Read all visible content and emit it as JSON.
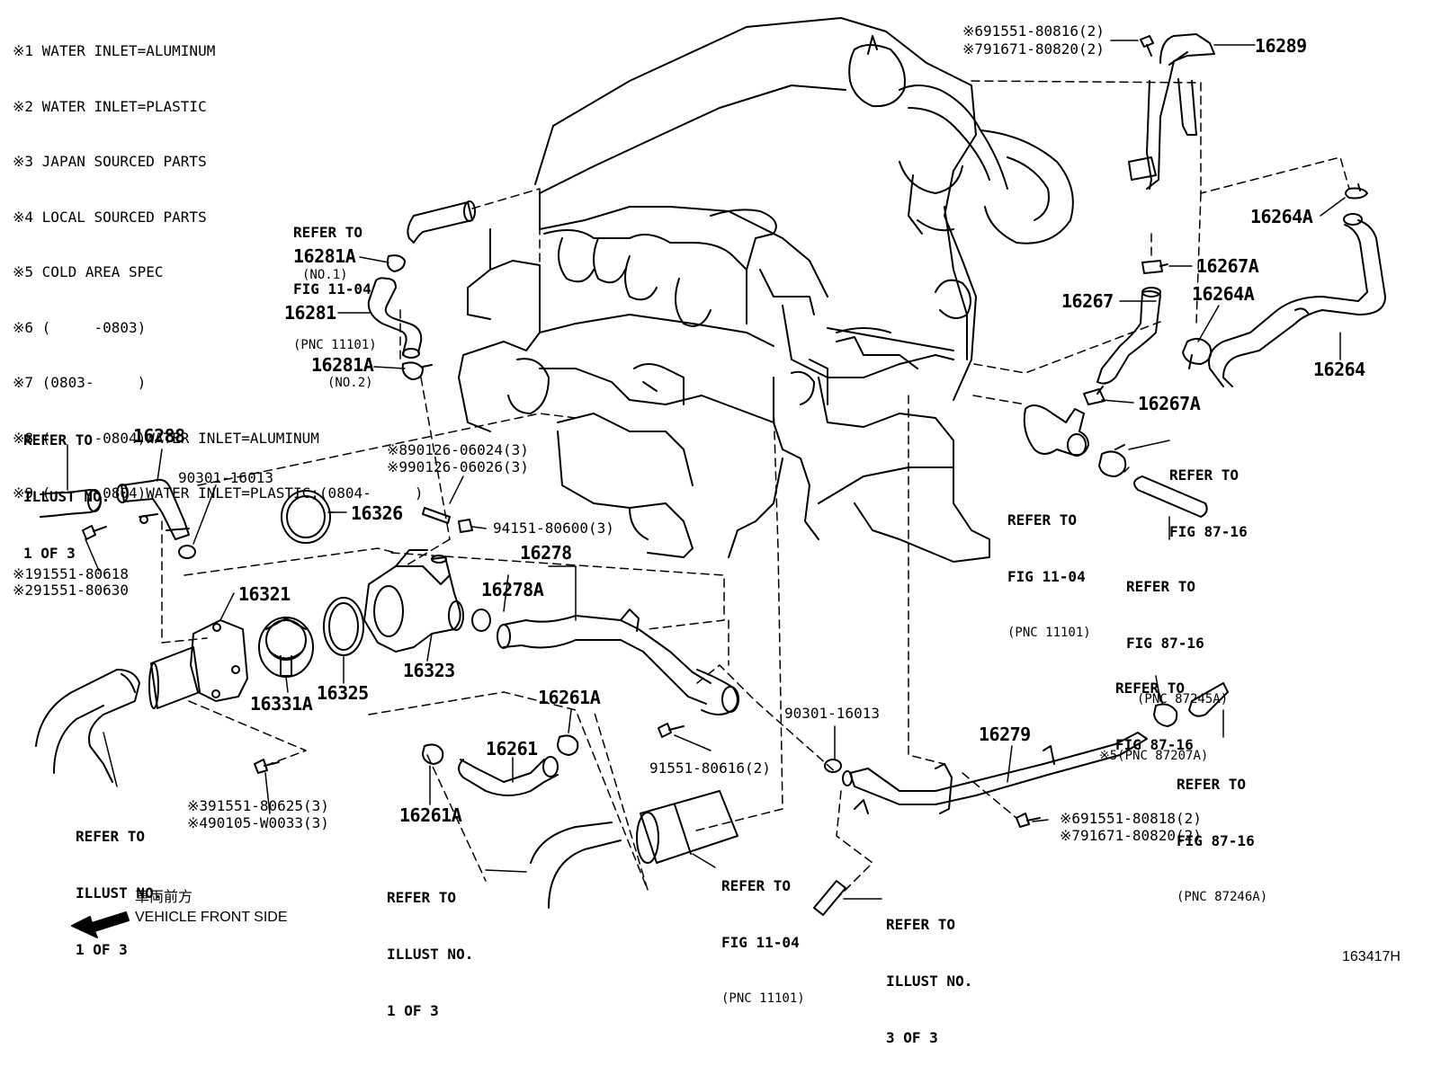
{
  "notes": [
    "※1 WATER INLET=ALUMINUM",
    "※2 WATER INLET=PLASTIC",
    "※3 JAPAN SOURCED PARTS",
    "※4 LOCAL SOURCED PARTS",
    "※5 COLD AREA SPEC",
    "※6 (     -0803)",
    "※7 (0803-     )",
    "※8 (     -0804)WATER INLET=ALUMINUM",
    "※9 (     -0804)WATER INLET=PLASTIC;(0804-     )"
  ],
  "parts": {
    "p16289": "16289",
    "p16289_bolt1": "※691551-80816(2)",
    "p16289_bolt2": "※791671-80820(2)",
    "p16264A_top": "16264A",
    "p16267A_top": "16267A",
    "p16267": "16267",
    "p16264A_mid": "16264A",
    "p16264": "16264",
    "p16267A_bot": "16267A",
    "p16281A_1": "16281A",
    "p16281A_1_note": "(NO.1)",
    "p16281": "16281",
    "p16281A_2": "16281A",
    "p16281A_2_note": "(NO.2)",
    "p16288": "16288",
    "p90301_a": "90301-16013",
    "p16326": "16326",
    "p90126_1": "※890126-06024(3)",
    "p90126_2": "※990126-06026(3)",
    "p94151": "94151-80600(3)",
    "p16278": "16278",
    "p16278A": "16278A",
    "p91551_a1": "※191551-80618",
    "p91551_a2": "※291551-80630",
    "p16321": "16321",
    "p16323": "16323",
    "p16331A": "16331A",
    "p16325": "16325",
    "p16261A_top": "16261A",
    "p16261": "16261",
    "p16261A_bot": "16261A",
    "p91551_b": "91551-80616(2)",
    "p90301_b": "90301-16013",
    "p16279": "16279",
    "p91551_c1": "※391551-80625(3)",
    "p91551_c2": "※490105-W0033(3)",
    "p91551_d1": "※691551-80818(2)",
    "p91551_d2": "※791671-80820(2)"
  },
  "refs": {
    "fig1104_top": [
      "REFER TO",
      "FIG 11-04",
      "(PNC 11101)"
    ],
    "illust1_left": [
      "REFER TO",
      "ILLUST NO.",
      "1 OF 3"
    ],
    "fig1104_right": [
      "REFER TO",
      "FIG 11-04",
      "(PNC 11101)"
    ],
    "fig8716_a": [
      "REFER TO",
      "FIG 87-16"
    ],
    "fig8716_b": [
      "REFER TO",
      "FIG 87-16",
      "(PNC 87245A)",
      "※5(PNC 87207A)"
    ],
    "fig8716_c": [
      "REFER TO",
      "FIG 87-16"
    ],
    "fig8716_d": [
      "REFER TO",
      "FIG 87-16",
      "(PNC 87246A)"
    ],
    "illust1_lower": [
      "REFER TO",
      "ILLUST NO.",
      "1 OF 3"
    ],
    "illust1_bottom": [
      "REFER TO",
      "ILLUST NO.",
      "1 OF 3"
    ],
    "fig1104_bottom": [
      "REFER TO",
      "FIG 11-04",
      "(PNC 11101)"
    ],
    "illust3_bottom": [
      "REFER TO",
      "ILLUST NO.",
      "3 OF 3"
    ]
  },
  "front": {
    "jp": "車両前方",
    "en": "VEHICLE FRONT SIDE"
  },
  "figure_number": "163417H"
}
